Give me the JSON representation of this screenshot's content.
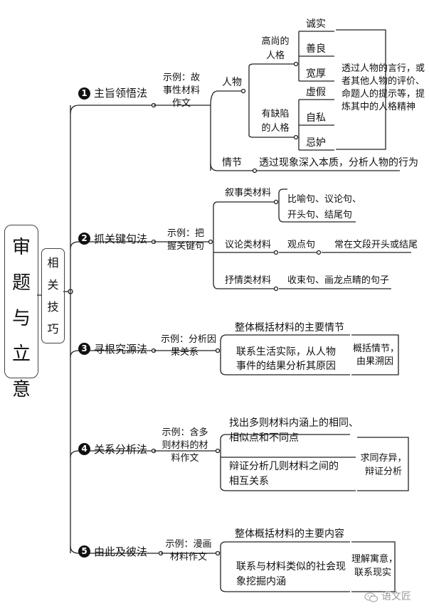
{
  "title": "审题与立意",
  "subtitle": "相关技巧",
  "methods": [
    {
      "num": "1",
      "name": "主旨领悟法",
      "example": [
        "示例：故",
        "事性材料",
        "作文"
      ],
      "groups": {
        "person": "人物",
        "noble_label": [
          "高尚的",
          "人格"
        ],
        "noble_items": [
          "诚实",
          "善良",
          "宽厚"
        ],
        "flawed_label": [
          "有缺陷",
          "的人格"
        ],
        "flawed_items": [
          "虚假",
          "自私",
          "忌妒"
        ],
        "note": [
          "透过人物的言行，或",
          "者其他人物的评价、",
          "命题人的提示等，提",
          "炼其中的人格精神"
        ],
        "plot": "情节",
        "plot_note": "透过现象深入本质，分析人物的行为"
      }
    },
    {
      "num": "2",
      "name": "抓关键句法",
      "example": [
        "示例：把",
        "握关键句"
      ],
      "rows": [
        {
          "type": "叙事类材料",
          "detail": [
            "比喻句、议论句、",
            "开头句、结尾句"
          ]
        },
        {
          "type": "议论类材料",
          "detail": [
            "观点句"
          ],
          "extra": "常在文段开头或结尾"
        },
        {
          "type": "抒情类材料",
          "detail": [
            "收束句、画龙点睛的句子"
          ]
        }
      ]
    },
    {
      "num": "3",
      "name": "寻根究源法",
      "example": [
        "示例：分析因",
        "果关系"
      ],
      "step1": "整体概括材料的主要情节",
      "step2": [
        "联系生活实际，从人物",
        "事件的结果分析其原因"
      ],
      "note": [
        "概括情节，",
        "由果溯因"
      ]
    },
    {
      "num": "4",
      "name": "关系分析法",
      "example": [
        "示例：含多",
        "则材料的材",
        "料作文"
      ],
      "step1": [
        "找出多则材料内涵上的相同、",
        "相似点和不同点"
      ],
      "step2": [
        "辩证分析几则材料之间的",
        "相互关系"
      ],
      "note": [
        "求同存异，",
        "辩证分析"
      ]
    },
    {
      "num": "5",
      "name": "由此及彼法",
      "example": [
        "示例：漫画",
        "材料作文"
      ],
      "step1": "整体概括材料的主要内容",
      "step2": [
        "联系与材料类似的社会现",
        "象挖掘内涵"
      ],
      "note": [
        "理解寓意，",
        "联系现实"
      ]
    }
  ],
  "watermark": "语文匠"
}
